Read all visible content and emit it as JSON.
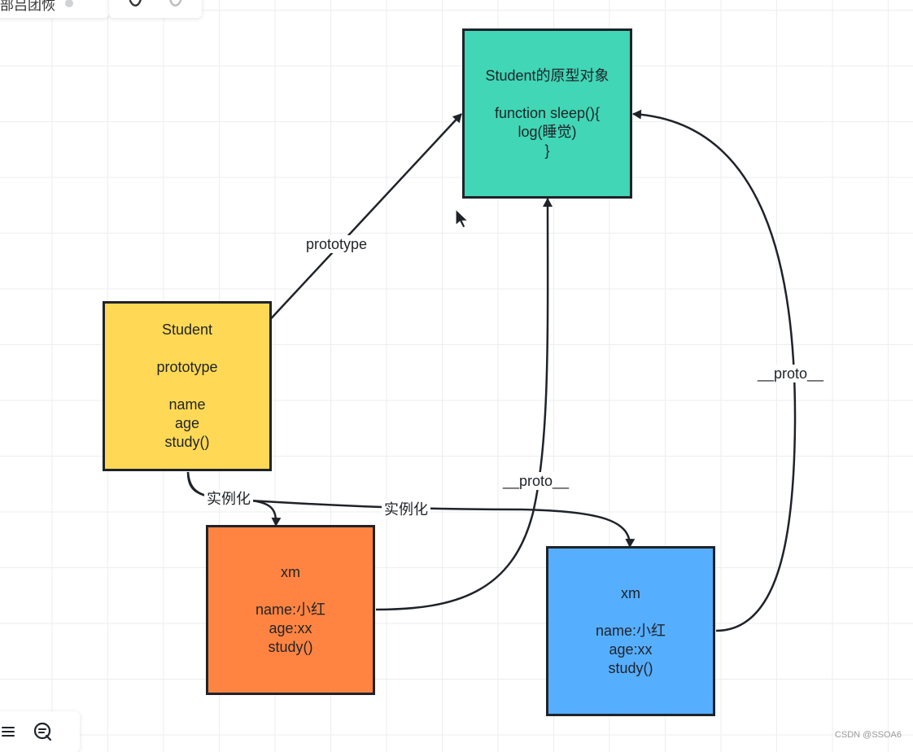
{
  "toolbar": {
    "left_text": "部吕团恢"
  },
  "nodes": {
    "prototype_object": {
      "lines": [
        "Student的原型对象",
        "",
        "function sleep(){",
        "log(睡觉)",
        "}"
      ]
    },
    "student": {
      "lines": [
        "Student",
        "",
        "prototype",
        "",
        "name",
        "age",
        "study()"
      ]
    },
    "xm1": {
      "lines": [
        "xm",
        "",
        "name:小红",
        "age:xx",
        "study()"
      ]
    },
    "xm2": {
      "lines": [
        "xm",
        "",
        "name:小红",
        "age:xx",
        "study()"
      ]
    }
  },
  "edges": {
    "prototype": "prototype",
    "instantiate_1": "实例化",
    "instantiate_2": "实例化",
    "proto_1": "__proto__",
    "proto_2": "__proto__"
  },
  "colors": {
    "prototype_object": "#40d6b6",
    "student": "#ffd955",
    "xm1": "#ff8441",
    "xm2": "#56aeff",
    "stroke": "#1f2329"
  },
  "watermark": "CSDN @SSOA6"
}
